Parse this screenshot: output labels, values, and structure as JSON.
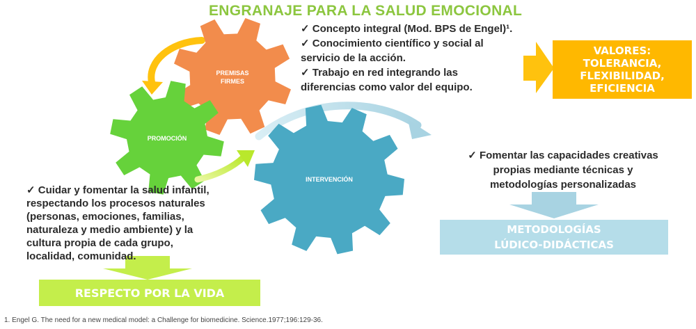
{
  "title": "ENGRANAJE PARA LA SALUD EMOCIONAL",
  "gears": {
    "premisas_line1": "PREMISAS",
    "premisas_line2": "FIRMES",
    "promocion": "PROMOCIÓN",
    "intervencion": "INTERVENCIÓN"
  },
  "premisas_points": [
    "✓ Concepto integral (Mod. BPS de Engel)¹.",
    "✓ Conocimiento científico y social al",
    "servicio de la acción.",
    "✓ Trabajo en red integrando las",
    "diferencias como valor del equipo."
  ],
  "valores": {
    "line1": "VALORES:",
    "line2": "TOLERANCIA,",
    "line3": "FLEXIBILIDAD,",
    "line4": "EFICIENCIA"
  },
  "intervencion_points": [
    "✓ Fomentar las capacidades creativas",
    "propias mediante técnicas y",
    "metodologías personalizadas"
  ],
  "metodologias": {
    "line1": "METODOLOGÍAS",
    "line2": "LÚDICO-DIDÁCTICAS"
  },
  "promocion_points": [
    "✓ Cuidar y fomentar la salud infantil,",
    "respectando los procesos naturales",
    "(personas, emociones, familias,",
    "naturaleza y medio ambiente) y la",
    "cultura propia de cada grupo,",
    "localidad, comunidad."
  ],
  "respecto": "RESPECTO POR LA VIDA",
  "reference": "1. Engel G. The need for a new medical model: a Challenge for  biomedicine. Science.1977;196:129-36.",
  "colors": {
    "title": "#8cc63f",
    "gear_orange": "#f28c4c",
    "gear_green": "#66d23b",
    "gear_blue": "#4aa9c4",
    "valores_box": "#ffb800",
    "metodologias_box": "#b5dde9",
    "respecto_box": "#c4ee4b"
  }
}
